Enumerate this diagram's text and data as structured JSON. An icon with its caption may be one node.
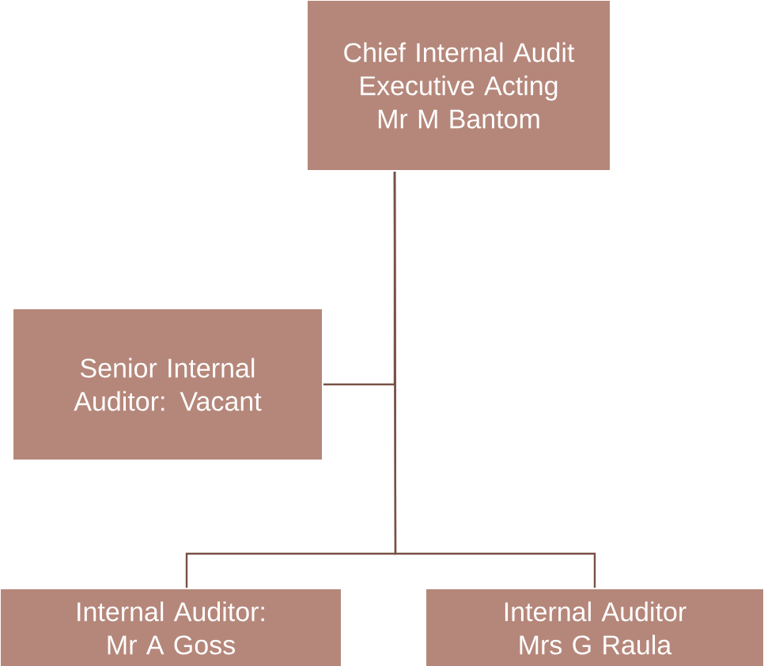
{
  "diagram": {
    "nodes": [
      {
        "text": [
          "Chief Internal Audit Executive Acting Mr M Bantom"
        ]
      },
      {
        "text": [
          "Senior Internal Auditor: Vacant"
        ]
      },
      {
        "text": [
          "Internal Auditor: Mr A Goss"
        ]
      },
      {
        "text": [
          "Internal Auditor Mrs G Raula"
        ]
      }
    ],
    "edges": [
      {
        "from": 0,
        "to": 1,
        "arrow": "none"
      },
      {
        "from": 0,
        "to": 2,
        "arrow": "none"
      },
      {
        "from": 0,
        "to": 3,
        "arrow": "none"
      }
    ]
  }
}
